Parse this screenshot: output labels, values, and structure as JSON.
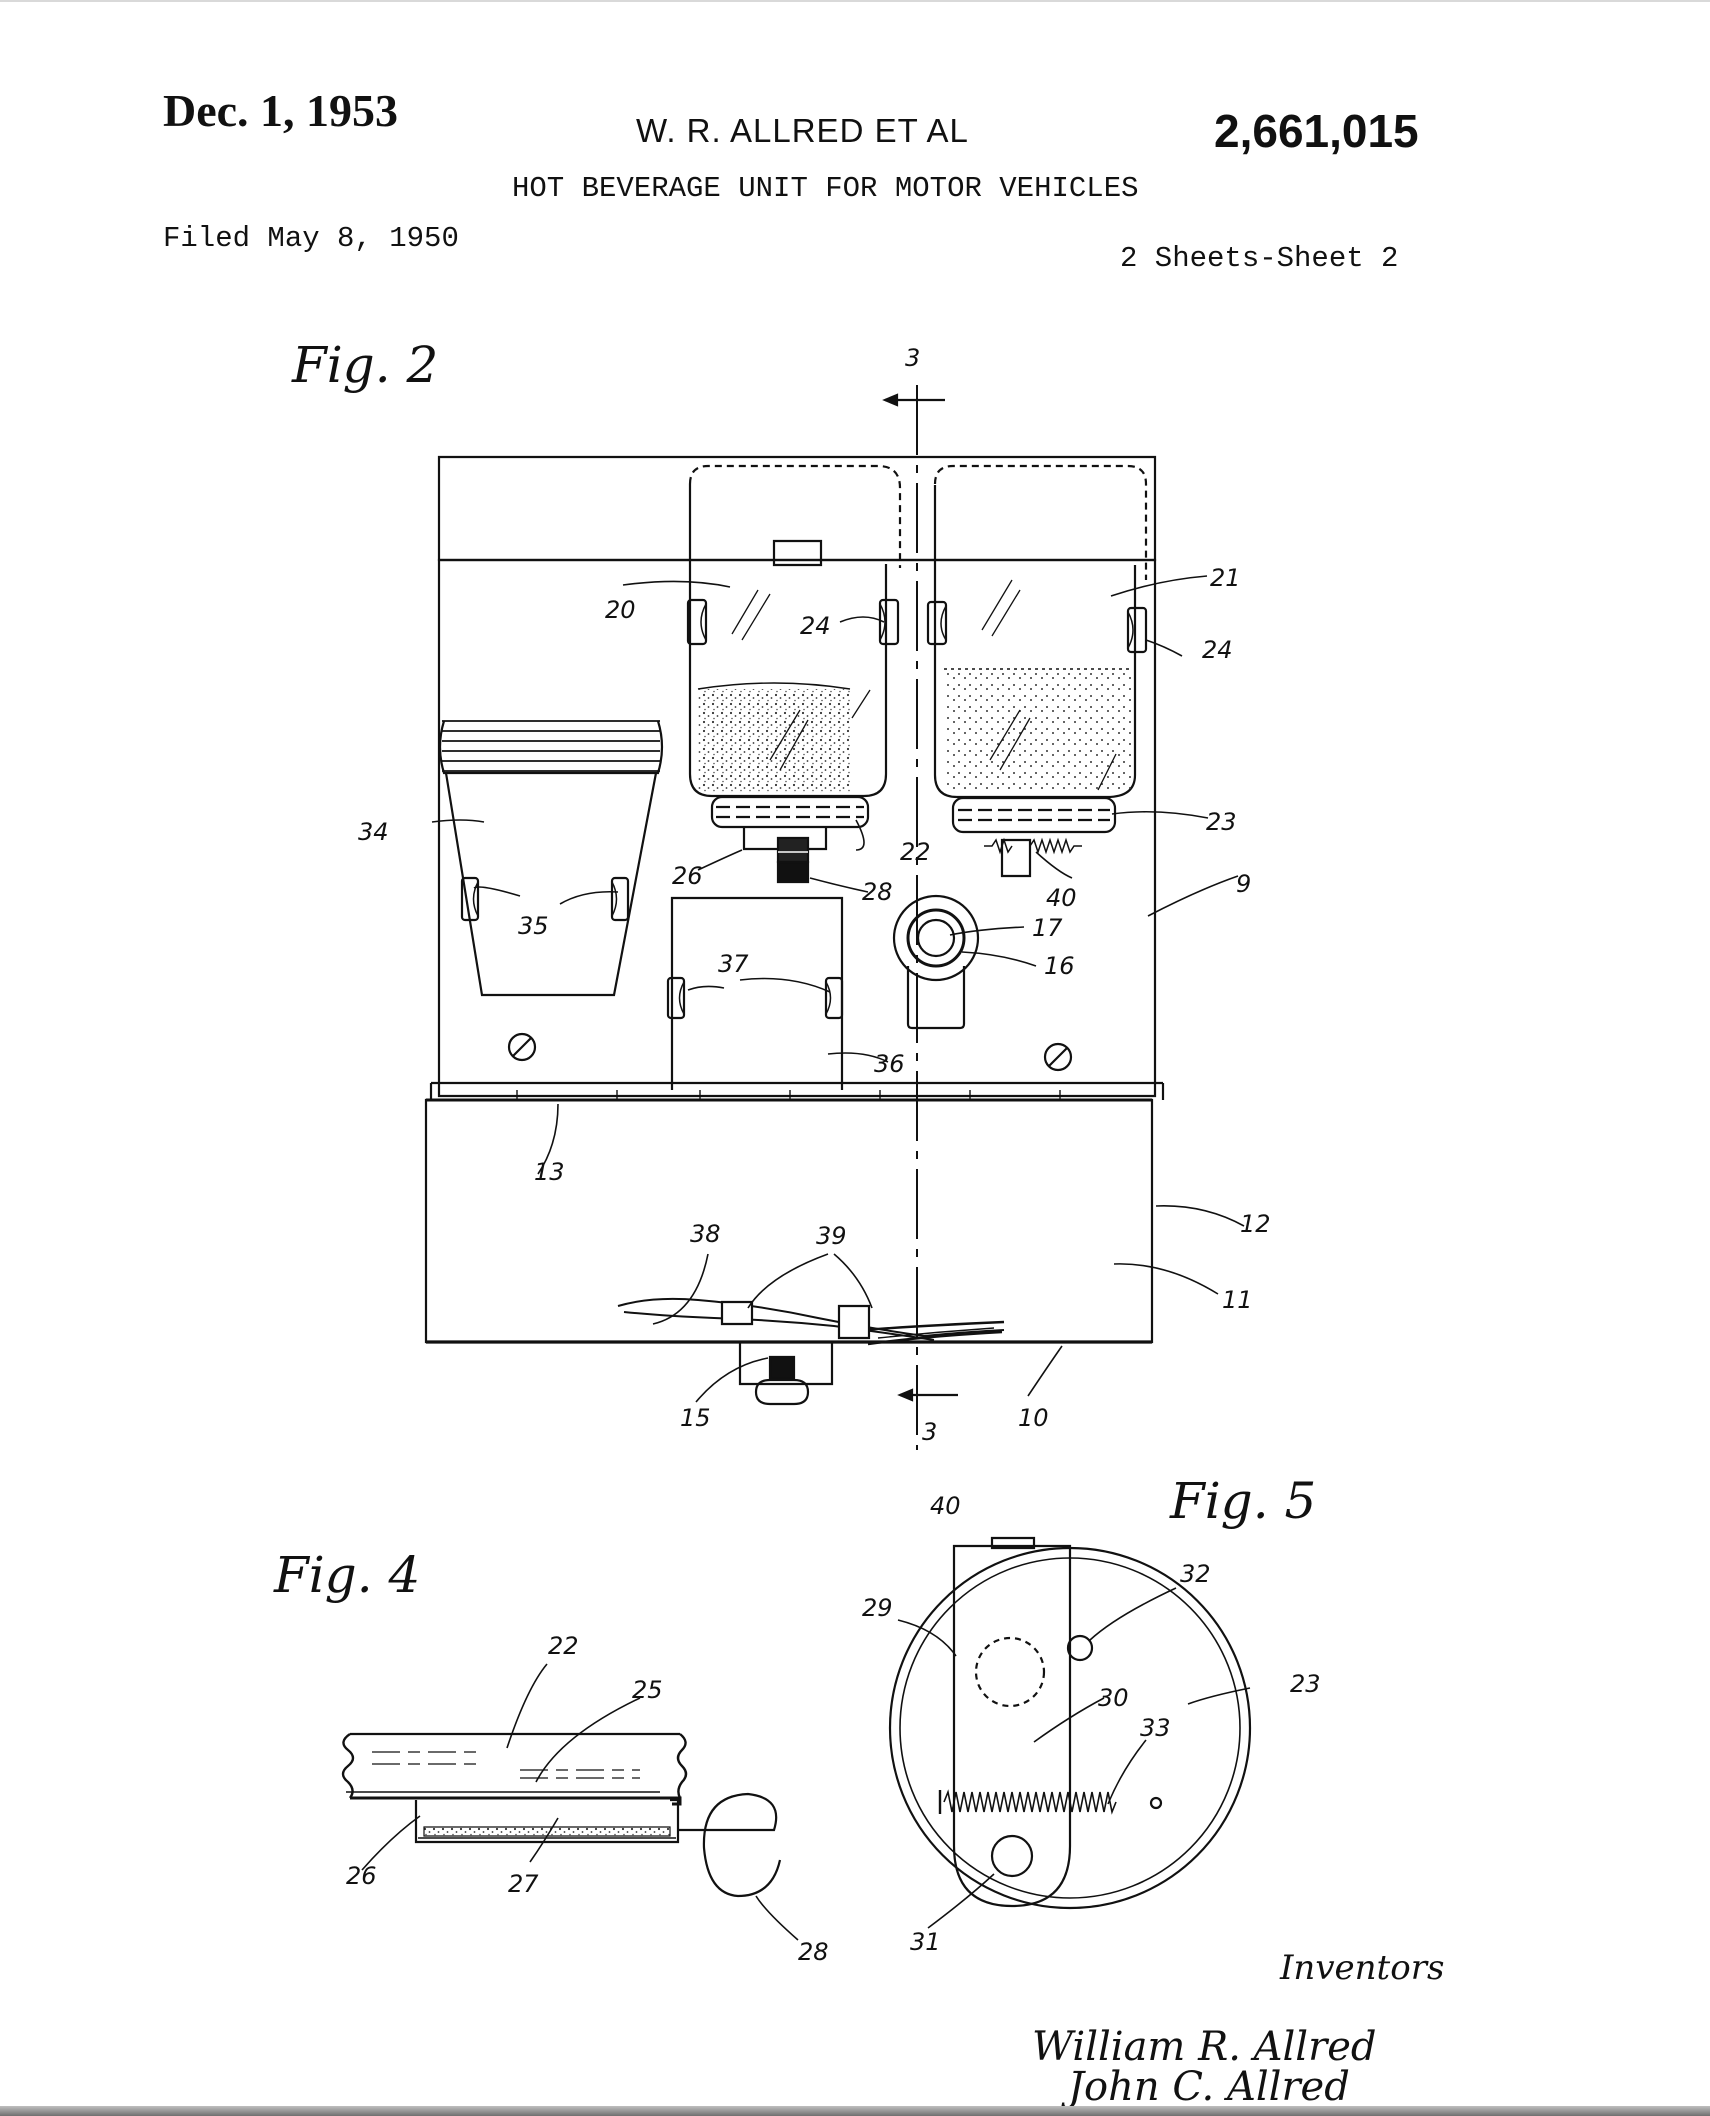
{
  "header": {
    "date": "Dec. 1, 1953",
    "inventor": "W. R. ALLRED ET AL",
    "patent_number": "2,661,015",
    "title": "HOT BEVERAGE UNIT FOR MOTOR VEHICLES",
    "filed": "Filed May 8, 1950",
    "sheets": "2 Sheets-Sheet 2"
  },
  "figures": {
    "fig2": "Fig. 2",
    "fig4": "Fig. 4",
    "fig5": "Fig. 5"
  },
  "refs": {
    "section_top": "3",
    "section_bottom": "3",
    "r20": "20",
    "r21": "21",
    "r24a": "24",
    "r24b": "24",
    "r22": "22",
    "r23": "23",
    "r26": "26",
    "r28": "28",
    "r40": "40",
    "r17": "17",
    "r16": "16",
    "r9": "9",
    "r34": "34",
    "r35": "35",
    "r37": "37",
    "r36": "36",
    "r13": "13",
    "r38": "38",
    "r39": "39",
    "r12": "12",
    "r11": "11",
    "r15": "15",
    "r10": "10",
    "f4_22": "22",
    "f4_25": "25",
    "f4_26": "26",
    "f4_27": "27",
    "f4_28": "28",
    "f5_40": "40",
    "f5_32": "32",
    "f5_29": "29",
    "f5_23": "23",
    "f5_30": "30",
    "f5_33": "33",
    "f5_31": "31"
  },
  "inventors_label": "Inventors",
  "signatures": [
    "William R. Allred",
    "John C. Allred"
  ]
}
